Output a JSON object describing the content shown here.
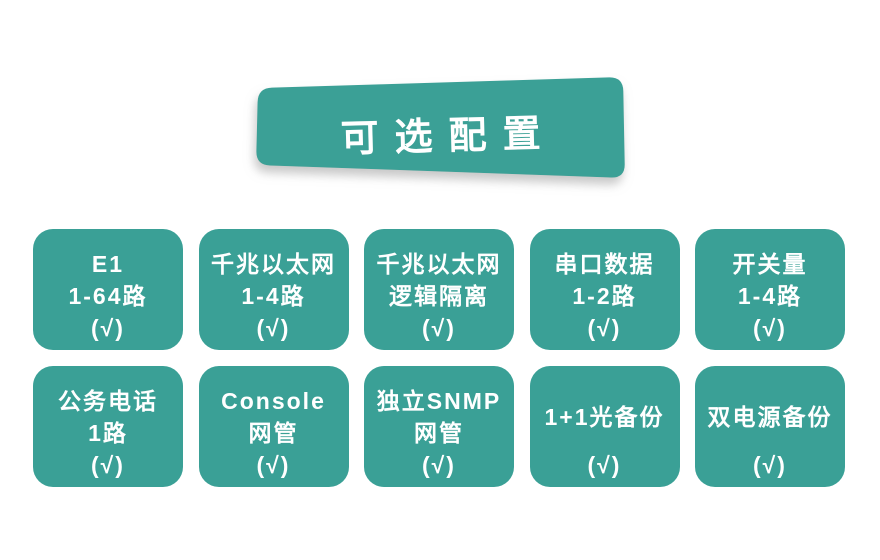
{
  "theme": {
    "teal": "#3AA096",
    "text_color": "#FFFFFF",
    "background": "#FFFFFF",
    "shadow": "#9A9A9A"
  },
  "banner": {
    "title": "可选配置"
  },
  "cards": {
    "rows": [
      [
        {
          "lines": [
            "E1",
            "1-64路",
            "(√)"
          ]
        },
        {
          "lines": [
            "千兆以太网",
            "1-4路",
            "(√)"
          ]
        },
        {
          "lines": [
            "千兆以太网",
            "逻辑隔离",
            "(√)"
          ]
        },
        {
          "lines": [
            "串口数据",
            "1-2路",
            "(√)"
          ]
        },
        {
          "lines": [
            "开关量",
            "1-4路",
            "(√)"
          ]
        }
      ],
      [
        {
          "lines": [
            "公务电话",
            "1路",
            "(√)"
          ]
        },
        {
          "lines": [
            "Console",
            "网管",
            "(√)"
          ]
        },
        {
          "lines": [
            "独立SNMP",
            "网管",
            "(√)"
          ]
        },
        {
          "lines": [
            "1+1光备份",
            "(√)"
          ]
        },
        {
          "lines": [
            "双电源备份",
            "(√)"
          ]
        }
      ]
    ]
  }
}
